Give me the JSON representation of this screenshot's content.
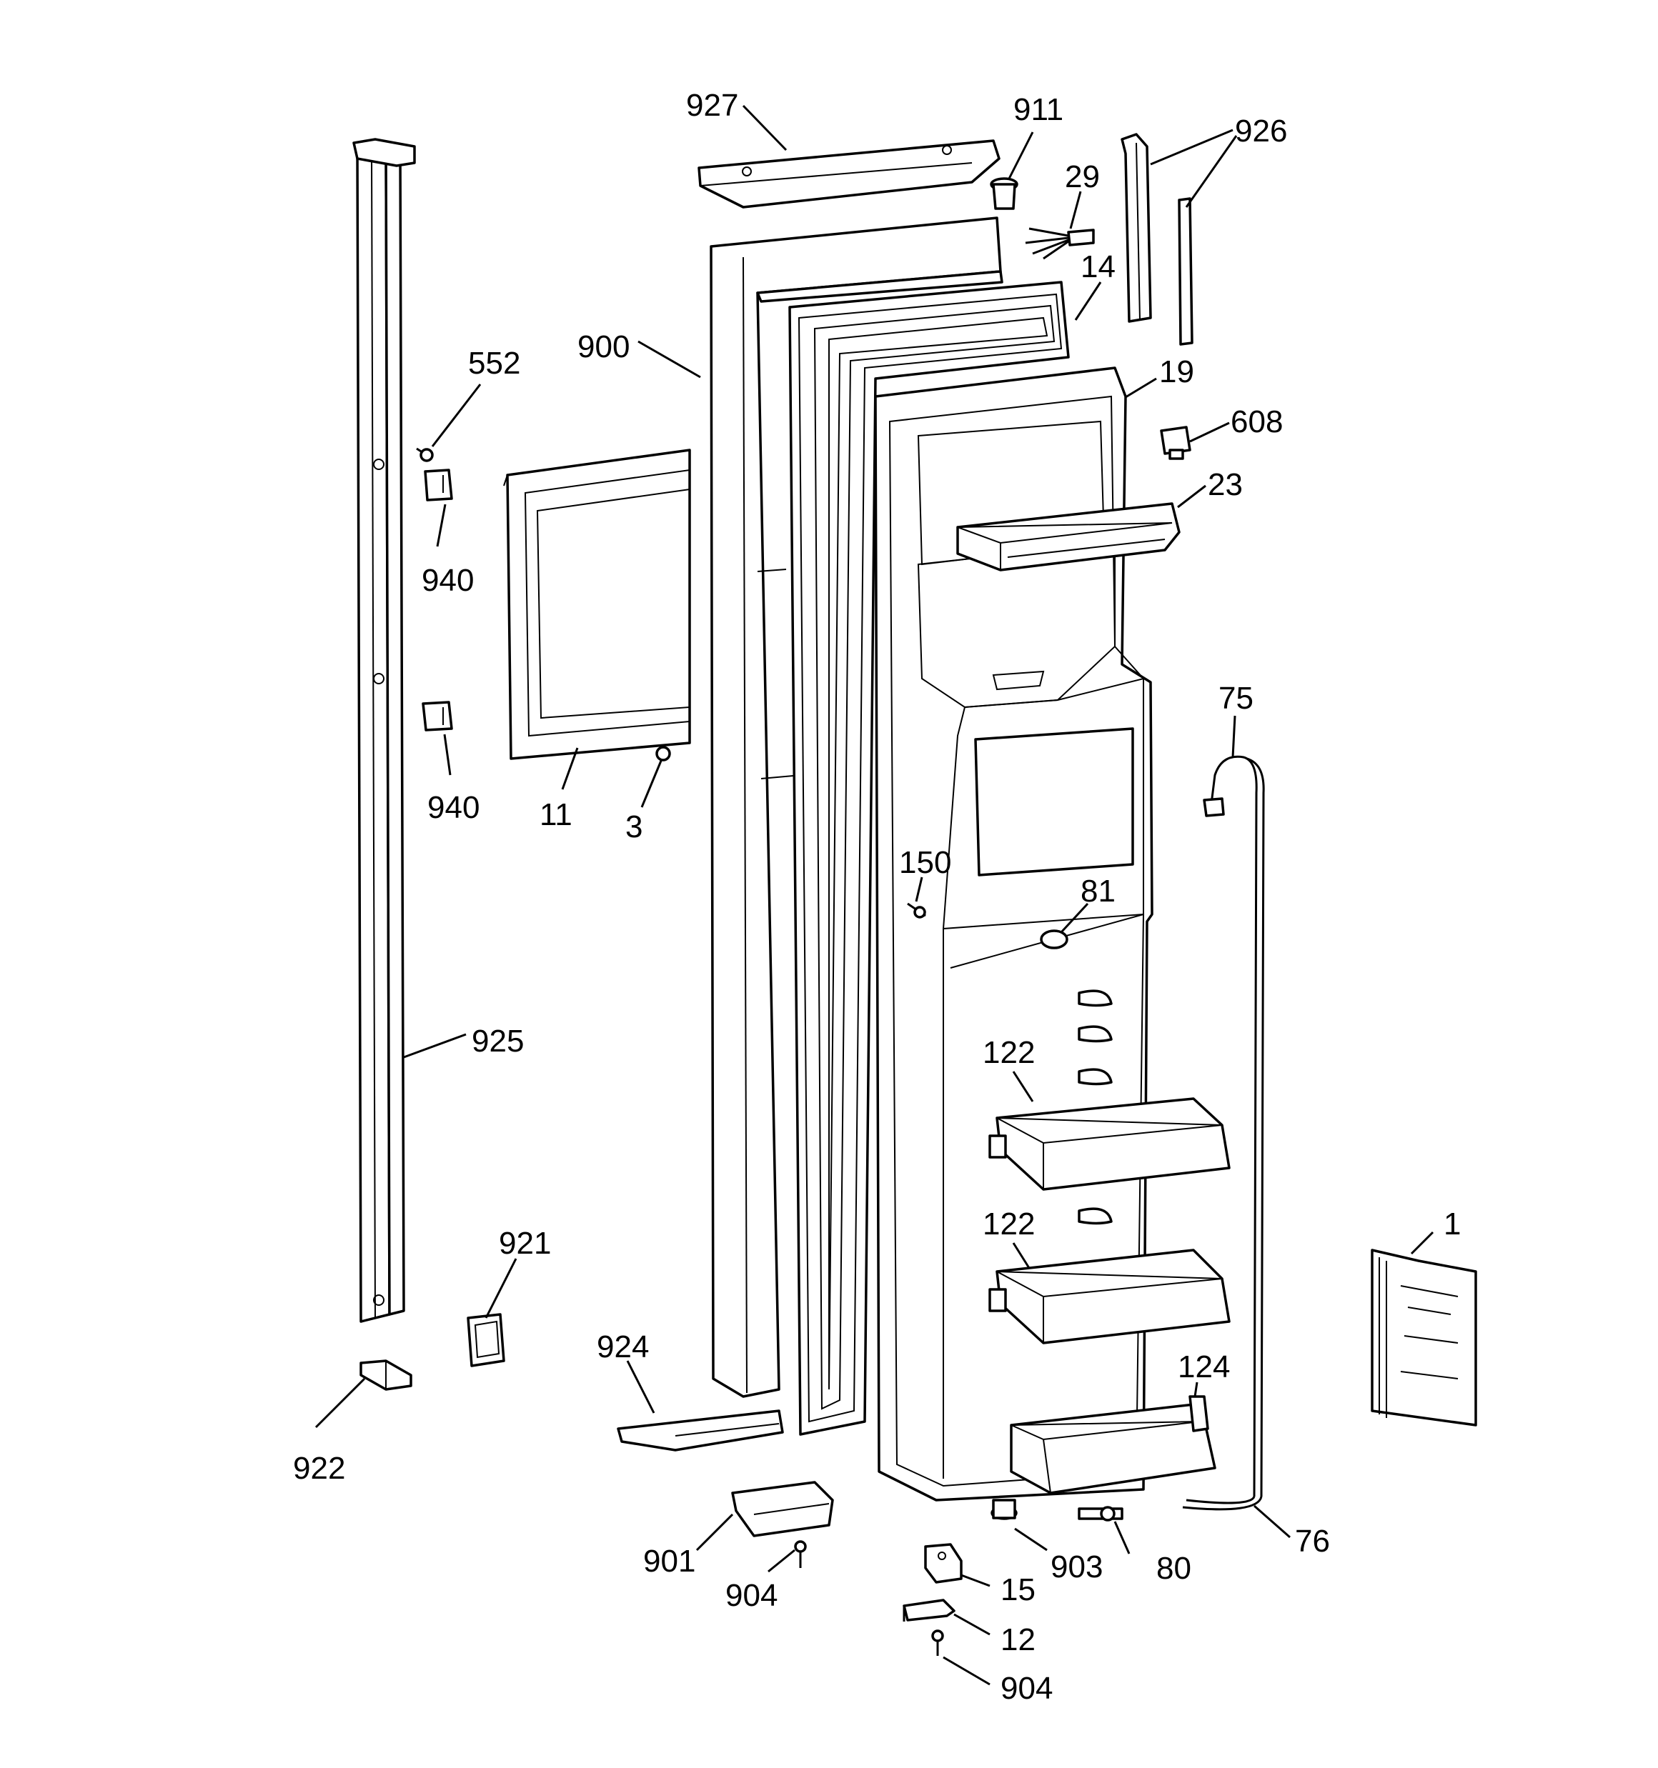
{
  "labels": {
    "927": "927",
    "911": "911",
    "926": "926",
    "29": "29",
    "14": "14",
    "900": "900",
    "552": "552",
    "19": "19",
    "608": "608",
    "23": "23",
    "940a": "940",
    "940b": "940",
    "11": "11",
    "3": "3",
    "75": "75",
    "150": "150",
    "81": "81",
    "925": "925",
    "122a": "122",
    "122b": "122",
    "1": "1",
    "921": "921",
    "924": "924",
    "124": "124",
    "922": "922",
    "901": "901",
    "904a": "904",
    "903": "903",
    "80": "80",
    "76": "76",
    "15": "15",
    "12": "12",
    "904b": "904"
  }
}
